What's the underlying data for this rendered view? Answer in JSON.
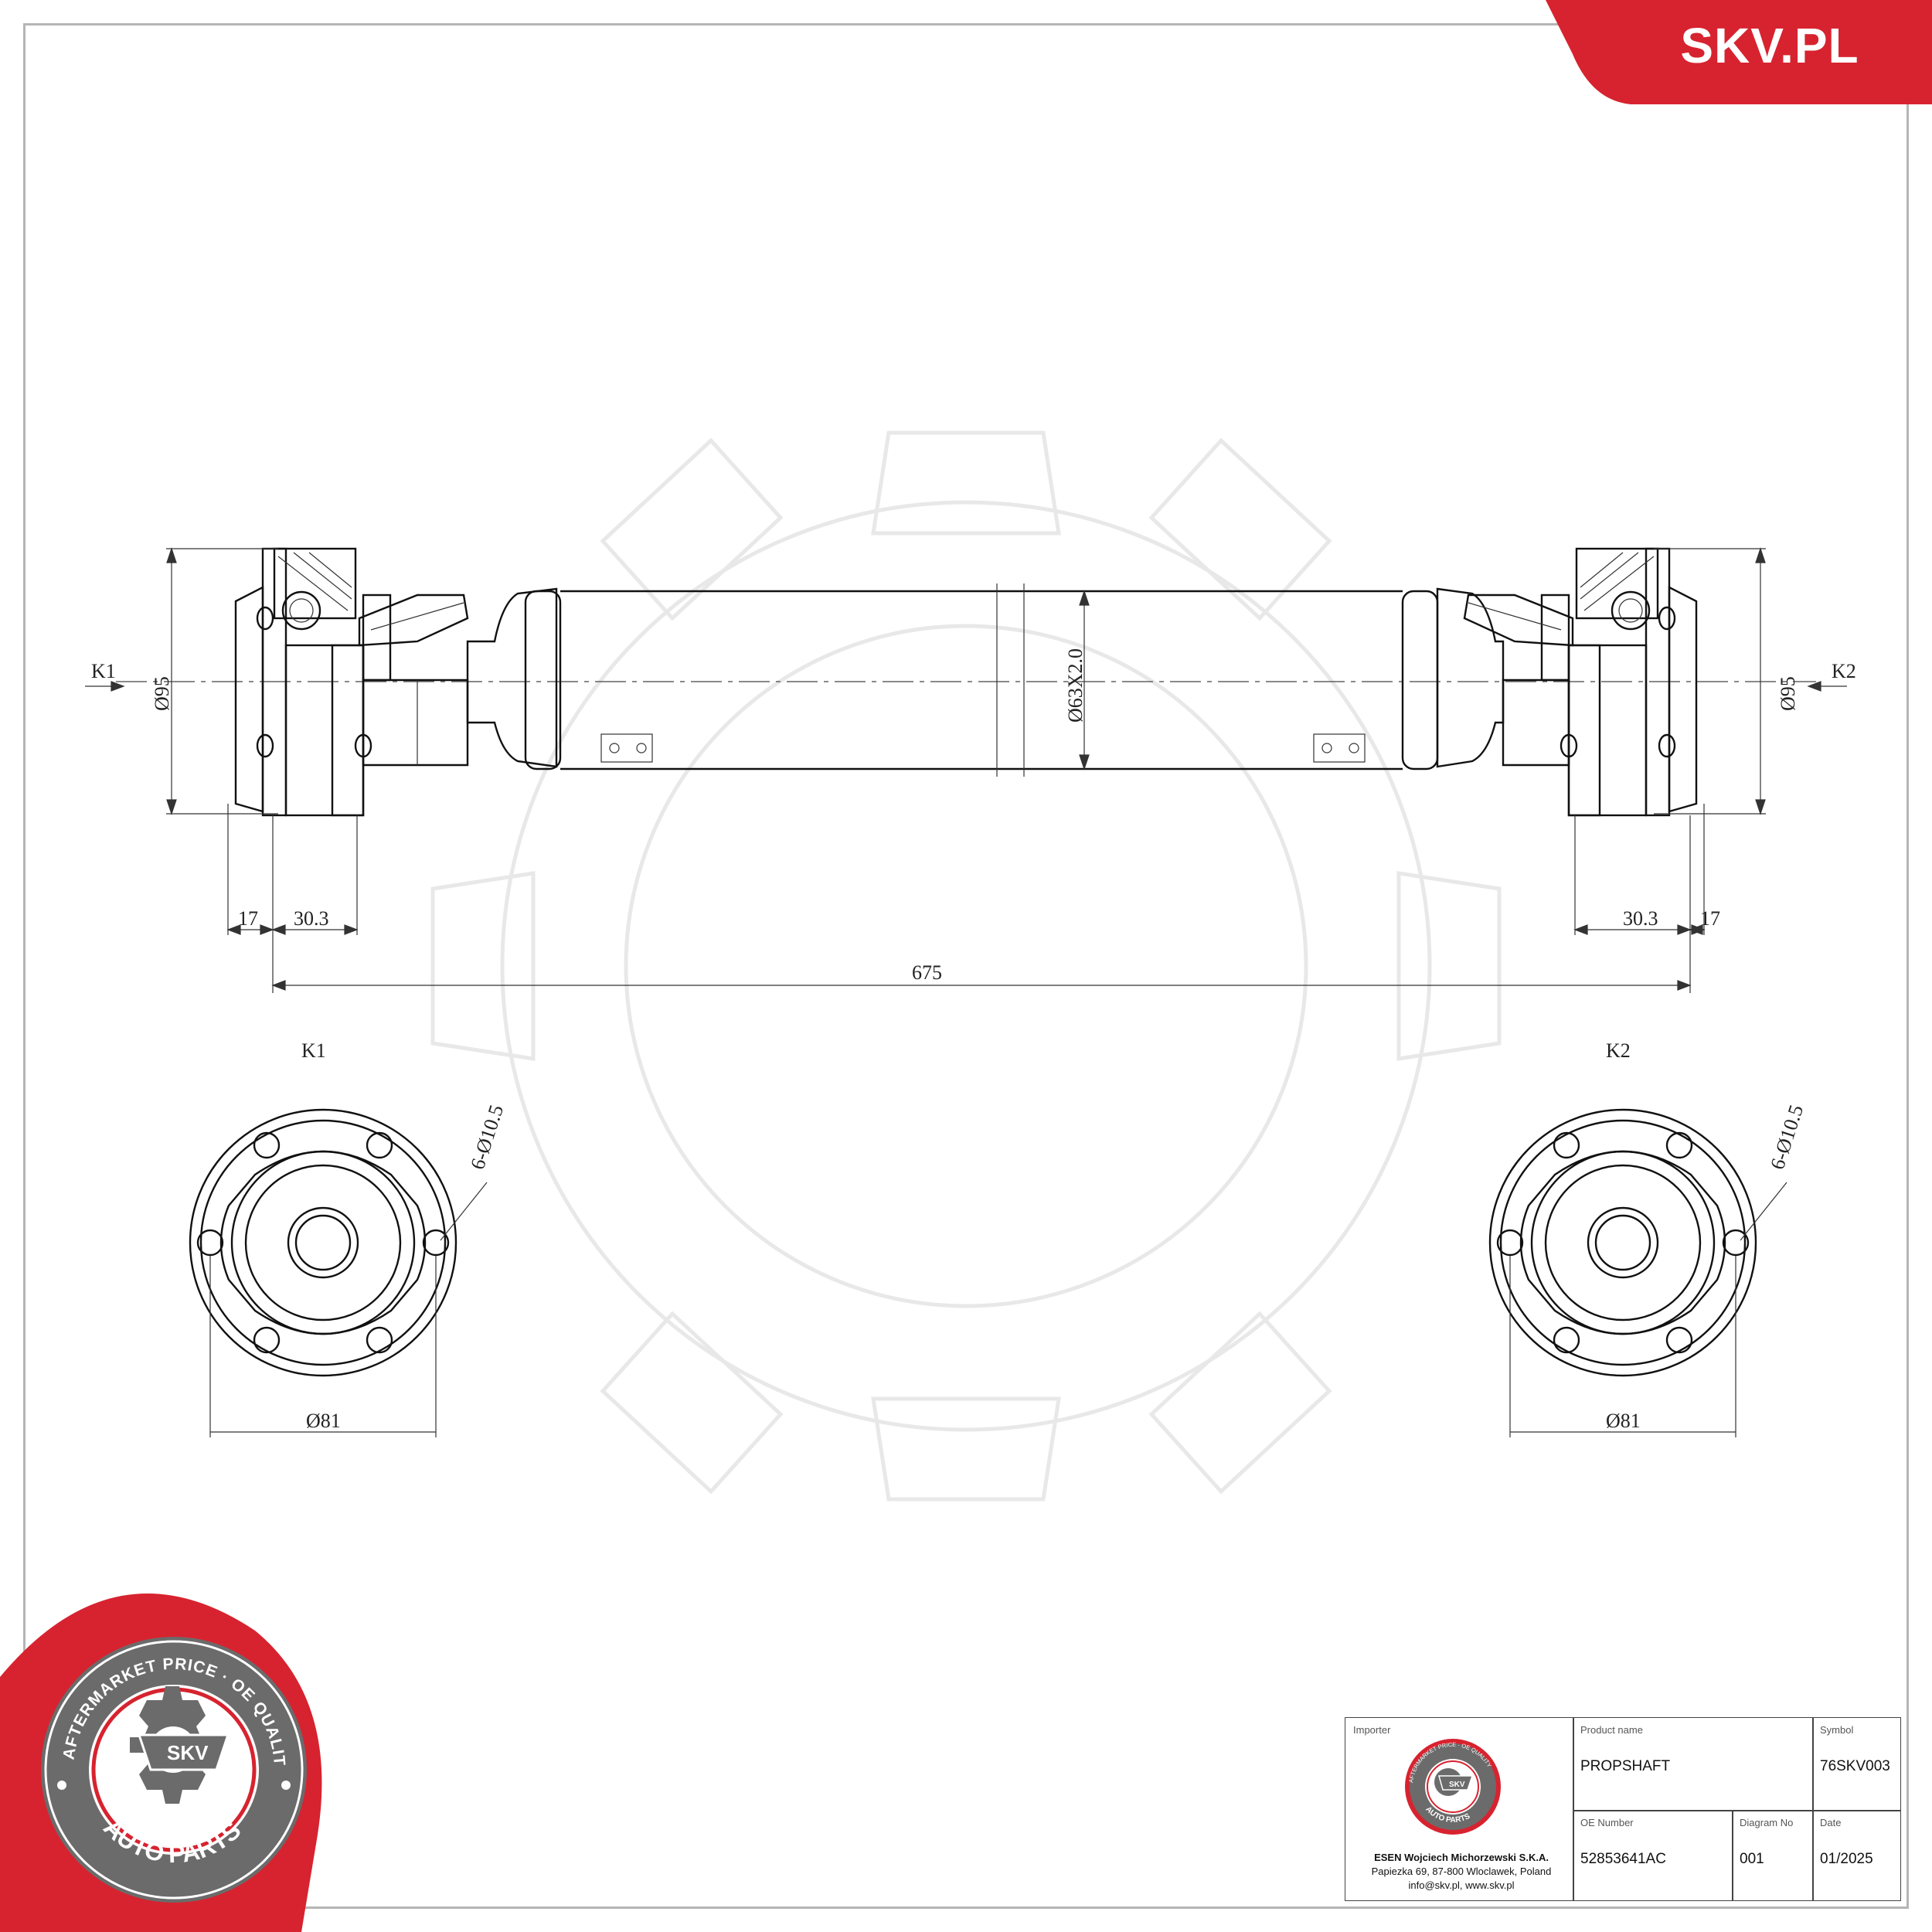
{
  "brand": {
    "name": "SKV.PL"
  },
  "dimensions": {
    "k1_label": "K1",
    "k2_label": "K2",
    "flange_diameter_left": "Ø95",
    "flange_diameter_right": "Ø95",
    "tube_spec": "Ø63X2.0",
    "offset_left": "17",
    "flange_width_left": "30.3",
    "flange_width_right": "30.3",
    "offset_right": "17",
    "overall_length": "675",
    "k1_view_label": "K1",
    "k2_view_label": "K2",
    "bolt_holes_left": "6-Ø10.5",
    "bolt_holes_right": "6-Ø10.5",
    "bolt_circle_left": "Ø81",
    "bolt_circle_right": "Ø81"
  },
  "stamp": {
    "ring_text": "AFTERMARKET PRICE · OE QUALITY",
    "center_text": "SKV",
    "bottom_text": "AUTO PARTS"
  },
  "title_block": {
    "importer_label": "Importer",
    "importer_company": "ESEN Wojciech Michorzewski S.K.A.",
    "importer_address": "Papiezka 69, 87-800 Wloclawek, Poland",
    "importer_contact": "info@skv.pl, www.skv.pl",
    "product_name_label": "Product name",
    "product_name": "PROPSHAFT",
    "symbol_label": "Symbol",
    "symbol": "76SKV003",
    "oe_number_label": "OE Number",
    "oe_number": "52853641AC",
    "diagram_no_label": "Diagram No",
    "diagram_no": "001",
    "date_label": "Date",
    "date": "01/2025"
  },
  "colors": {
    "brand_red": "#d7232f",
    "stamp_grey": "#6b6b6b",
    "line": "#111111"
  }
}
